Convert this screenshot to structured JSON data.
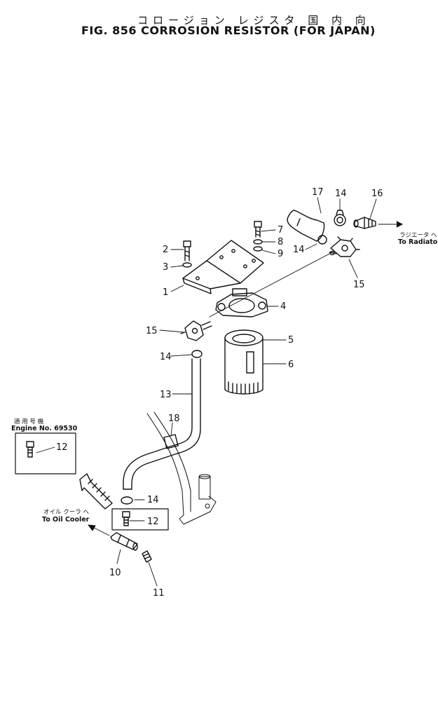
{
  "header": {
    "title_jp": "コロージョン レジスタ 国 内 向",
    "title_en": "FIG. 856  CORROSION  RESISTOR  (FOR  JAPAN)"
  },
  "callouts": {
    "c1": "1",
    "c2": "2",
    "c3": "3",
    "c4": "4",
    "c5": "5",
    "c6": "6",
    "c7": "7",
    "c8": "8",
    "c9": "9",
    "c10": "10",
    "c11": "11",
    "c12_inset": "12",
    "c12_box": "12",
    "c13": "13",
    "c14_top": "14",
    "c14_mid": "14",
    "c14_left": "14",
    "c14_low": "14",
    "c15_right": "15",
    "c15_left": "15",
    "c16": "16",
    "c17": "17",
    "c18": "18"
  },
  "notes": {
    "radiator_jp": "ラジエータ へ",
    "radiator_en": "To Radiator",
    "oilcooler_jp": "オイル クーラ へ",
    "oilcooler_en": "To Oil Cooler",
    "engine_jp": "適 用 号 機",
    "engine_en": "Engine No. 69530"
  }
}
